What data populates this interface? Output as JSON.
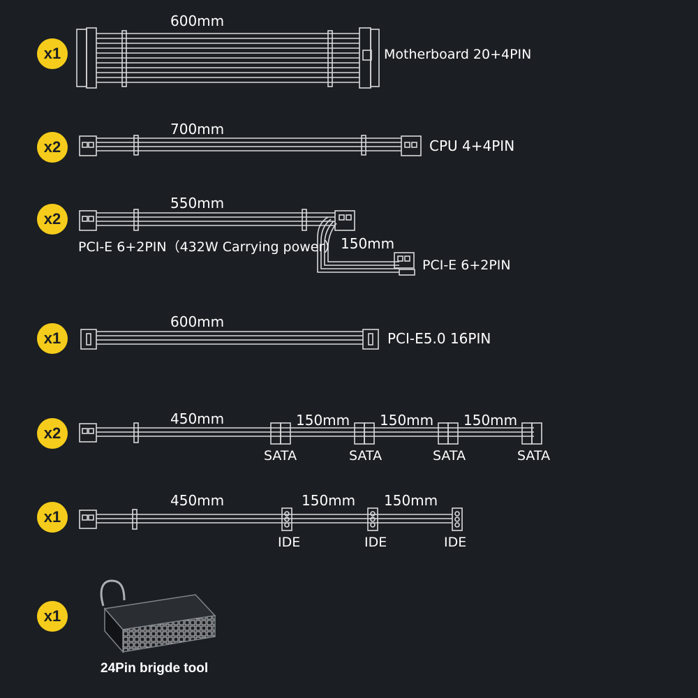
{
  "rows": [
    {
      "qty": "x1",
      "lengths": [
        "600mm"
      ],
      "labels": [
        "Motherboard 20+4PIN"
      ]
    },
    {
      "qty": "x2",
      "lengths": [
        "700mm"
      ],
      "labels": [
        "CPU 4+4PIN"
      ]
    },
    {
      "qty": "x2",
      "lengths": [
        "550mm",
        "150mm"
      ],
      "labels": [
        "PCI-E 6+2PIN（432W Carrying power）",
        "PCI-E 6+2PIN"
      ]
    },
    {
      "qty": "x1",
      "lengths": [
        "600mm"
      ],
      "labels": [
        "PCI-E5.0 16PIN"
      ]
    },
    {
      "qty": "x2",
      "lengths": [
        "450mm",
        "150mm",
        "150mm",
        "150mm"
      ],
      "labels": [
        "SATA",
        "SATA",
        "SATA",
        "SATA"
      ]
    },
    {
      "qty": "x1",
      "lengths": [
        "450mm",
        "150mm",
        "150mm"
      ],
      "labels": [
        "IDE",
        "IDE",
        "IDE"
      ]
    },
    {
      "qty": "x1",
      "lengths": [],
      "labels": [
        "24Pin brigde tool"
      ]
    }
  ],
  "colors": {
    "background": "#1b1e22",
    "badge": "#f5cc1b",
    "cable": "#d9dadc"
  },
  "icons": [
    "24pin-bridge-tool-icon"
  ]
}
